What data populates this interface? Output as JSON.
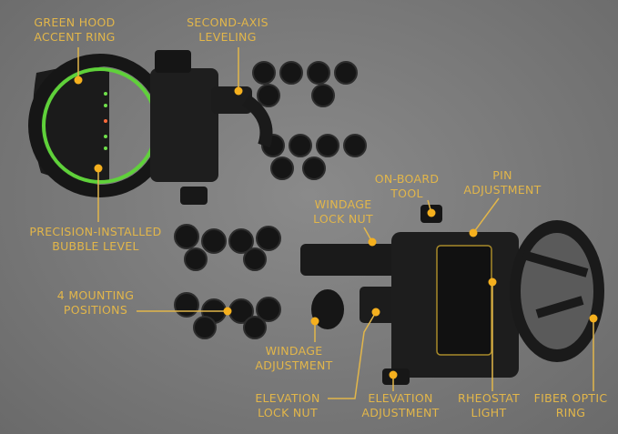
{
  "colors": {
    "label": "#e2b64a",
    "dot": "#f5b01e",
    "accent_ring": "#5fd13a",
    "background": "#7b7b7b"
  },
  "callouts": [
    {
      "id": "green-hood-accent-ring",
      "lines": [
        "GREEN HOOD",
        "ACCENT RING"
      ]
    },
    {
      "id": "second-axis-leveling",
      "lines": [
        "SECOND-AXIS",
        "LEVELING"
      ]
    },
    {
      "id": "precision-installed-bubble-level",
      "lines": [
        "PRECISION-INSTALLED",
        "BUBBLE LEVEL"
      ]
    },
    {
      "id": "on-board-tool",
      "lines": [
        "ON-BOARD",
        "TOOL"
      ]
    },
    {
      "id": "pin-adjustment",
      "lines": [
        "PIN",
        "ADJUSTMENT"
      ]
    },
    {
      "id": "windage-lock-nut",
      "lines": [
        "WINDAGE",
        "LOCK NUT"
      ]
    },
    {
      "id": "mounting-positions",
      "lines": [
        "4 MOUNTING",
        "POSITIONS"
      ]
    },
    {
      "id": "windage-adjustment",
      "lines": [
        "WINDAGE",
        "ADJUSTMENT"
      ]
    },
    {
      "id": "elevation-lock-nut",
      "lines": [
        "ELEVATION",
        "LOCK NUT"
      ]
    },
    {
      "id": "elevation-adjustment",
      "lines": [
        "ELEVATION",
        "ADJUSTMENT"
      ]
    },
    {
      "id": "rheostat-light",
      "lines": [
        "RHEOSTAT",
        "LIGHT"
      ]
    },
    {
      "id": "fiber-optic-ring",
      "lines": [
        "FIBER OPTIC",
        "RING"
      ]
    }
  ]
}
